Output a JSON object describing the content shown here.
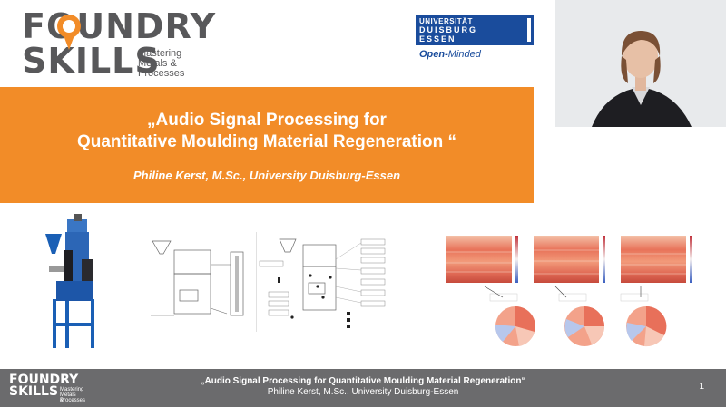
{
  "logo": {
    "line1": "FOUNDRY",
    "line2": "SKILLS",
    "tagline1": "Mastering",
    "tagline2": "Metals &",
    "tagline3": "Processes"
  },
  "university": {
    "line1": "UNIVERSITÄT",
    "line2": "DUISBURG",
    "line3": "ESSEN",
    "motto_a": "Open-",
    "motto_b": "Minded"
  },
  "banner": {
    "title_line1": "„Audio Signal Processing for",
    "title_line2": "Quantitative Moulding Material Regeneration “",
    "author": "Philine Kerst, M.Sc., University Duisburg-Essen"
  },
  "footer": {
    "logo1": "FOUNDRY",
    "logo2": "SKILLS",
    "logo_tag1": "Mastering",
    "logo_tag2": "Metals &",
    "logo_tag3": "Processes",
    "title": "„Audio Signal Processing for Quantitative Moulding Material Regeneration“",
    "author": "Philine Kerst, M.Sc., University Duisburg-Essen",
    "page": "1"
  },
  "colors": {
    "orange": "#f28c28",
    "grey": "#6b6b6d",
    "uni_blue": "#1a4c9c"
  }
}
